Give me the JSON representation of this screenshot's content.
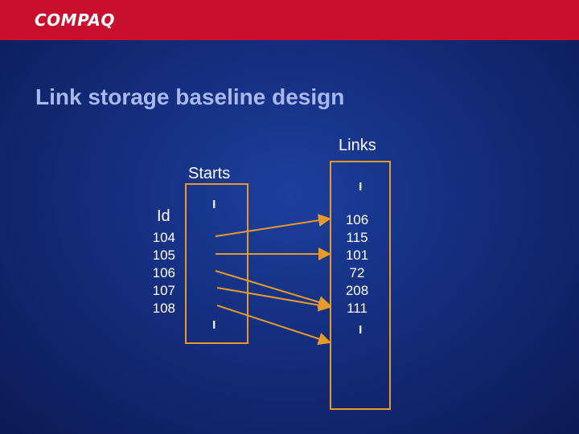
{
  "header": {
    "logo": "COMPAQ"
  },
  "slide": {
    "title": "Link storage baseline design"
  },
  "diagram": {
    "links_label": "Links",
    "starts_label": "Starts",
    "id_label": "Id",
    "ids": [
      "104",
      "105",
      "106",
      "107",
      "108"
    ],
    "links": [
      "106",
      "115",
      "101",
      "72",
      "208",
      "111"
    ],
    "ellipsis": "....",
    "colors": {
      "box": "#e59a2b",
      "arrow": "#e59a2b",
      "header": "#c8102e",
      "title": "#a9b8f0"
    }
  }
}
